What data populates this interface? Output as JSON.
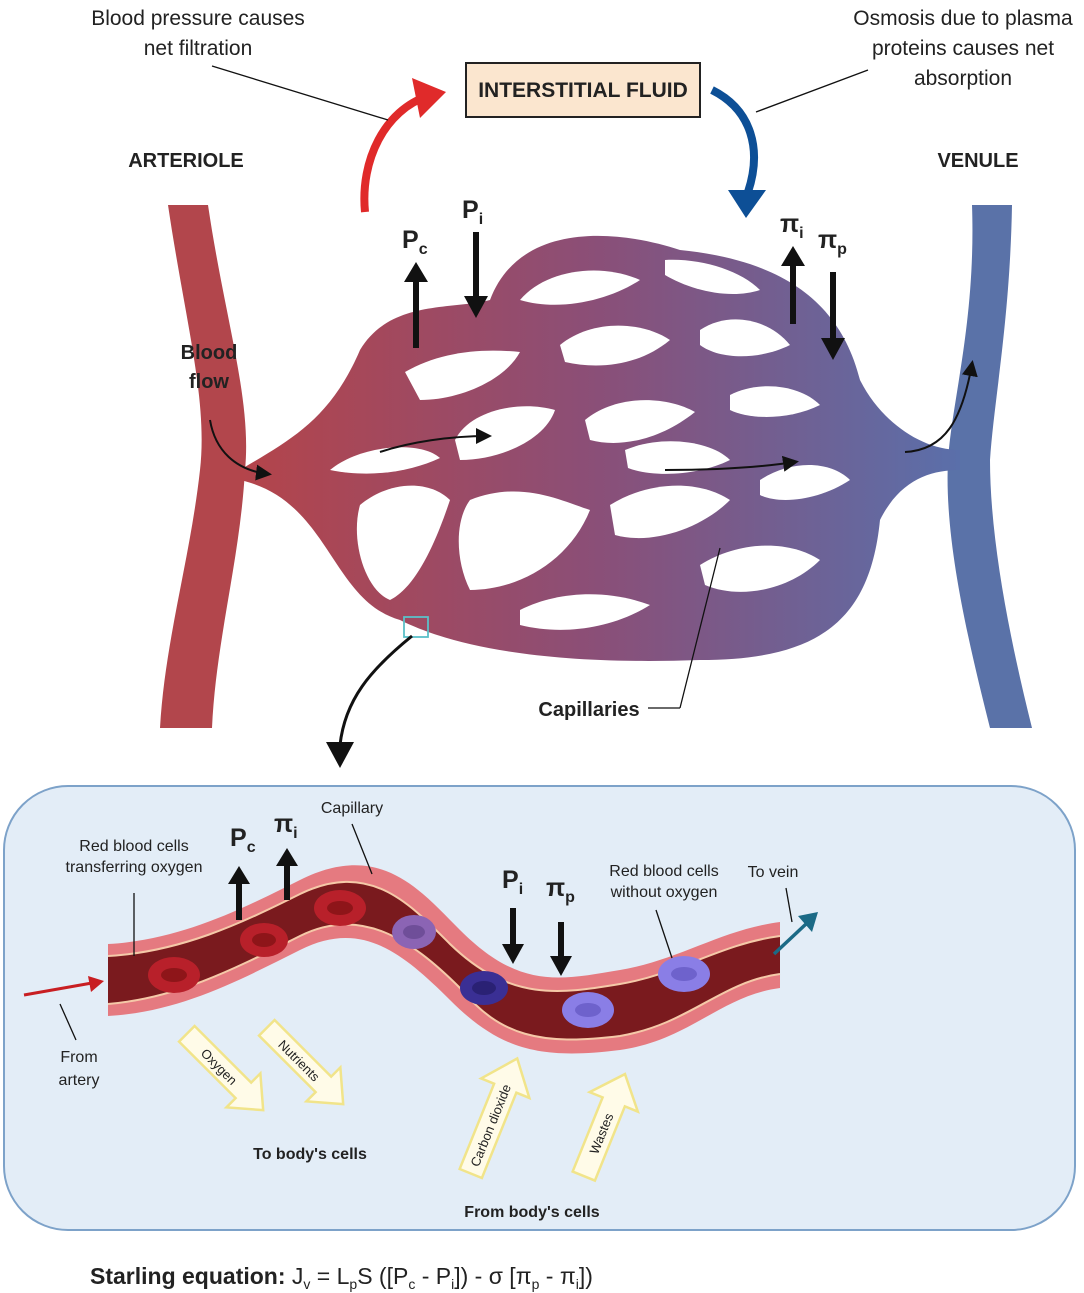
{
  "top": {
    "arteriole_label": "ARTERIOLE",
    "venule_label": "VENULE",
    "interstitial_fluid": "INTERSTITIAL FLUID",
    "filtration_note": [
      "Blood pressure causes",
      "net filtration"
    ],
    "absorption_note": [
      "Osmosis due to plasma",
      "proteins causes net",
      "absorption"
    ],
    "blood_flow": [
      "Blood",
      "flow"
    ],
    "capillaries_label": "Capillaries",
    "forces": {
      "pc": {
        "main": "P",
        "sub": "c"
      },
      "pi": {
        "main": "P",
        "sub": "i"
      },
      "osm_i": {
        "main": "π",
        "sub": "i"
      },
      "osm_p": {
        "main": "π",
        "sub": "p"
      }
    }
  },
  "inset": {
    "capillary_label": "Capillary",
    "rbc_oxygen": [
      "Red blood cells",
      "transferring oxygen"
    ],
    "rbc_no_oxygen": [
      "Red blood cells",
      "without oxygen"
    ],
    "to_vein": "To vein",
    "from_artery": [
      "From",
      "artery"
    ],
    "to_cells_out": [
      "Oxygen",
      "Nutrients"
    ],
    "from_cells_in": [
      "Carbon dioxide",
      "Wastes"
    ],
    "to_body_cells": "To body's cells",
    "from_body_cells": "From body's cells",
    "forces": {
      "pc": {
        "main": "P",
        "sub": "c"
      },
      "osm_i": {
        "main": "π",
        "sub": "i"
      },
      "pi": {
        "main": "P",
        "sub": "i"
      },
      "osm_p": {
        "main": "π",
        "sub": "p"
      }
    }
  },
  "equation": {
    "label": "Starling equation:",
    "jv": "J",
    "jv_sub": "v",
    "eq": " = L",
    "lp_sub": "p",
    "s_open": "S ([P",
    "pc_sub": "c",
    "minus1": " - P",
    "pi_sub": "i",
    "mid": "]) - σ [π",
    "op_sub": "p",
    "minus2": " - π",
    "oi_sub": "i",
    "end": "])"
  },
  "colors": {
    "arteriole": "#b2464c",
    "venule": "#5a72a8",
    "filtration_arrow": "#e02a2a",
    "absorption_arrow": "#0d4f96",
    "fluid_box": "#fbe6cf",
    "inset_bg": "#e3edf7",
    "vessel_wall": "#e57a80",
    "vessel_lumen": "#7a1a1e",
    "rbc_oxygen": "#b8202a",
    "rbc_no_oxygen": "#8a7ee6",
    "outflow_arrow": "#1b6a86",
    "exchange_arrow": "#f1e48a"
  }
}
